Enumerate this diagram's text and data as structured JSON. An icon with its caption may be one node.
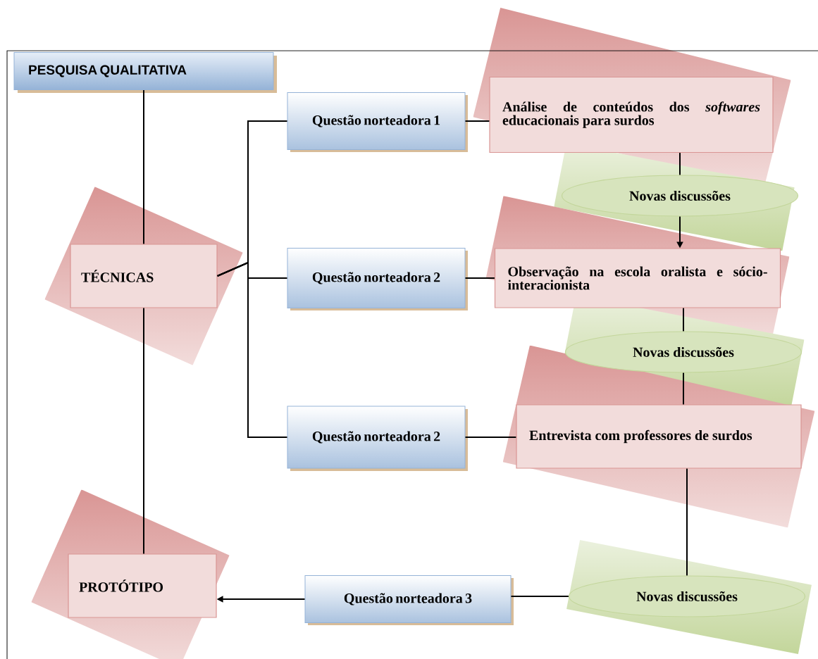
{
  "diagram": {
    "nodes": [
      {
        "text": [
          "PESQUISA QUALITATIVA"
        ]
      },
      {
        "text": [
          "TÉCNICAS"
        ]
      },
      {
        "text": [
          "PROTÓTIPO"
        ]
      },
      {
        "text": [
          "Questão norteadora 1"
        ]
      },
      {
        "text": [
          "Questão norteadora 2"
        ]
      },
      {
        "text": [
          "Questão norteadora 2"
        ]
      },
      {
        "text": [
          "Questão norteadora 3"
        ]
      },
      {
        "text": [
          "Análise de conteúdos dos *softwares* educacionais para surdos"
        ]
      },
      {
        "text": [
          "Novas discussões"
        ]
      },
      {
        "text": [
          "Observação na escola oralista e sócio-interacionista"
        ]
      },
      {
        "text": [
          "Novas discussões"
        ]
      },
      {
        "text": [
          "Entrevista com professores de surdos"
        ]
      },
      {
        "text": [
          "Novas discussões"
        ]
      }
    ],
    "edges": [
      {
        "from": 0,
        "to": 1,
        "arrow": "none"
      },
      {
        "from": 1,
        "to": 2,
        "arrow": "none"
      },
      {
        "from": 1,
        "to": 3,
        "arrow": "none"
      },
      {
        "from": 1,
        "to": 4,
        "arrow": "none"
      },
      {
        "from": 1,
        "to": 5,
        "arrow": "none"
      },
      {
        "from": 3,
        "to": 7,
        "arrow": "none"
      },
      {
        "from": 4,
        "to": 9,
        "arrow": "none"
      },
      {
        "from": 5,
        "to": 11,
        "arrow": "none"
      },
      {
        "from": 7,
        "to": 8,
        "arrow": "none"
      },
      {
        "from": 8,
        "to": 9,
        "arrow": "to"
      },
      {
        "from": 9,
        "to": 10,
        "arrow": "none"
      },
      {
        "from": 10,
        "to": 11,
        "arrow": "none"
      },
      {
        "from": 11,
        "to": 12,
        "arrow": "none"
      },
      {
        "from": 12,
        "to": 6,
        "arrow": "none"
      },
      {
        "from": 6,
        "to": 2,
        "arrow": "to"
      }
    ]
  }
}
